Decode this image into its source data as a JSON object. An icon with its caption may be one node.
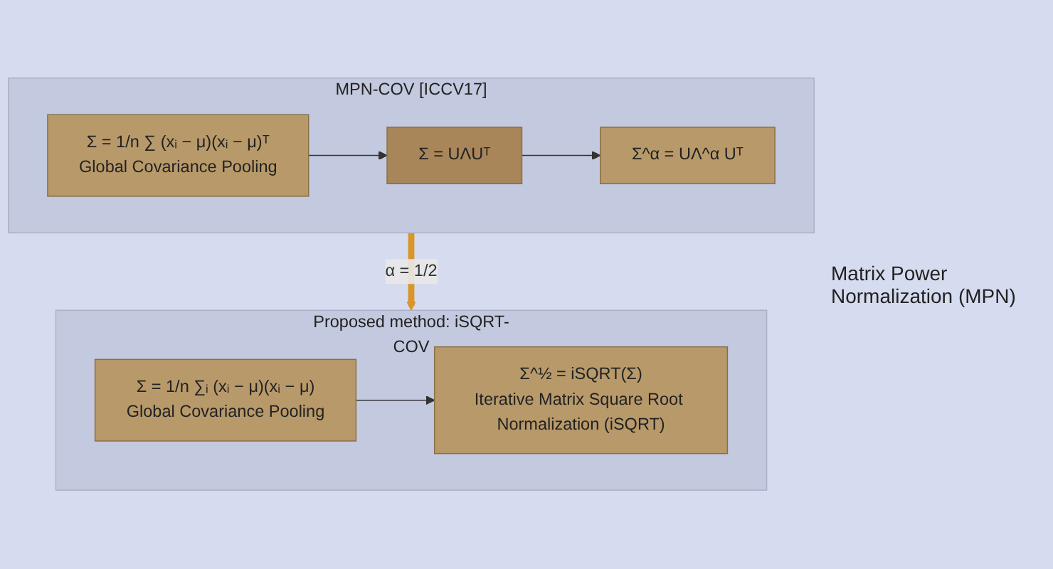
{
  "diagram": {
    "nodes": [
      {
        "text": [
          "MPN-COV [ICCV17]"
        ]
      },
      {
        "text": [
          "Σ = 1/n ∑ (xᵢ − μ)(xᵢ − μ)ᵀ",
          "Global Covariance Pooling"
        ],
        "in": 0
      },
      {
        "text": [
          "Σ = UΛUᵀ"
        ],
        "in": 0
      },
      {
        "text": [
          "Σ^α = UΛ^α Uᵀ"
        ],
        "in": 0
      },
      {
        "text": [
          "Proposed method: iSQRT-COV"
        ]
      },
      {
        "text": [
          "Σ = 1/n ∑ᵢ (xᵢ − μ)(xᵢ − μ)",
          "Global Covariance Pooling"
        ],
        "in": 4
      },
      {
        "text": [
          "Σ^½ = iSQRT(Σ)",
          "Iterative Matrix Square Root Normalization (iSQRT)"
        ],
        "in": 4
      }
    ],
    "edges": [
      {
        "from": 1,
        "to": 2,
        "arrow": "to"
      },
      {
        "from": 2,
        "to": 3,
        "arrow": "to"
      },
      {
        "from": 0,
        "to": 4,
        "arrow": "to",
        "label": "α = 1/2",
        "style": "thick",
        "color": "#d9962a"
      },
      {
        "from": 5,
        "to": 6,
        "arrow": "to"
      }
    ],
    "labels": [
      "Matrix Power Normalization (MPN)"
    ]
  }
}
